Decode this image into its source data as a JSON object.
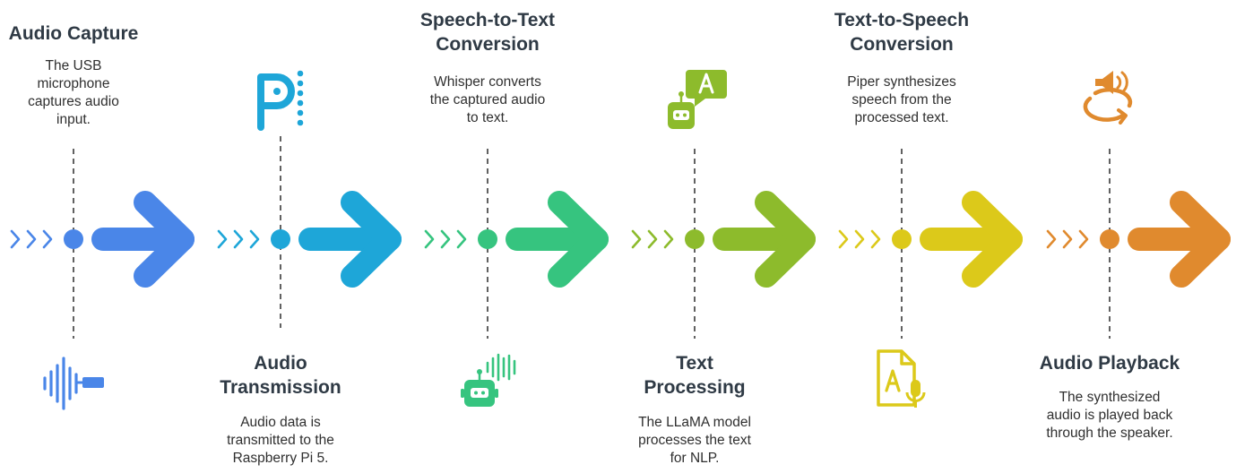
{
  "stages": [
    {
      "id": "audio-capture",
      "title_lines": [
        "Audio Capture"
      ],
      "description_lines": [
        "The USB",
        "microphone",
        "captures audio",
        "input."
      ],
      "icon": "sound-wave-microphone-icon",
      "color": "#4a86e8"
    },
    {
      "id": "audio-transmission",
      "title_lines": [
        "Audio",
        "Transmission"
      ],
      "description_lines": [
        "Audio data is",
        "transmitted to the",
        "Raspberry Pi 5."
      ],
      "icon": "raspberry-pi-logo-icon",
      "color": "#1ea6d8"
    },
    {
      "id": "speech-to-text",
      "title_lines": [
        "Speech-to-Text",
        "Conversion"
      ],
      "description_lines": [
        "Whisper converts",
        "the captured audio",
        "to text."
      ],
      "icon": "robot-sound-wave-icon",
      "color": "#36c47f"
    },
    {
      "id": "text-processing",
      "title_lines": [
        "Text",
        "Processing"
      ],
      "description_lines": [
        "The LLaMA model",
        "processes the text",
        "for NLP."
      ],
      "icon": "robot-speech-bubble-icon",
      "color": "#8dbb2c"
    },
    {
      "id": "text-to-speech",
      "title_lines": [
        "Text-to-Speech",
        "Conversion"
      ],
      "description_lines": [
        "Piper synthesizes",
        "speech from the",
        "processed text."
      ],
      "icon": "document-microphone-icon",
      "color": "#dcc91a"
    },
    {
      "id": "audio-playback",
      "title_lines": [
        "Audio Playback"
      ],
      "description_lines": [
        "The synthesized",
        "audio is played back",
        "through the speaker."
      ],
      "icon": "speaker-loop-icon",
      "color": "#e08a2e"
    }
  ]
}
